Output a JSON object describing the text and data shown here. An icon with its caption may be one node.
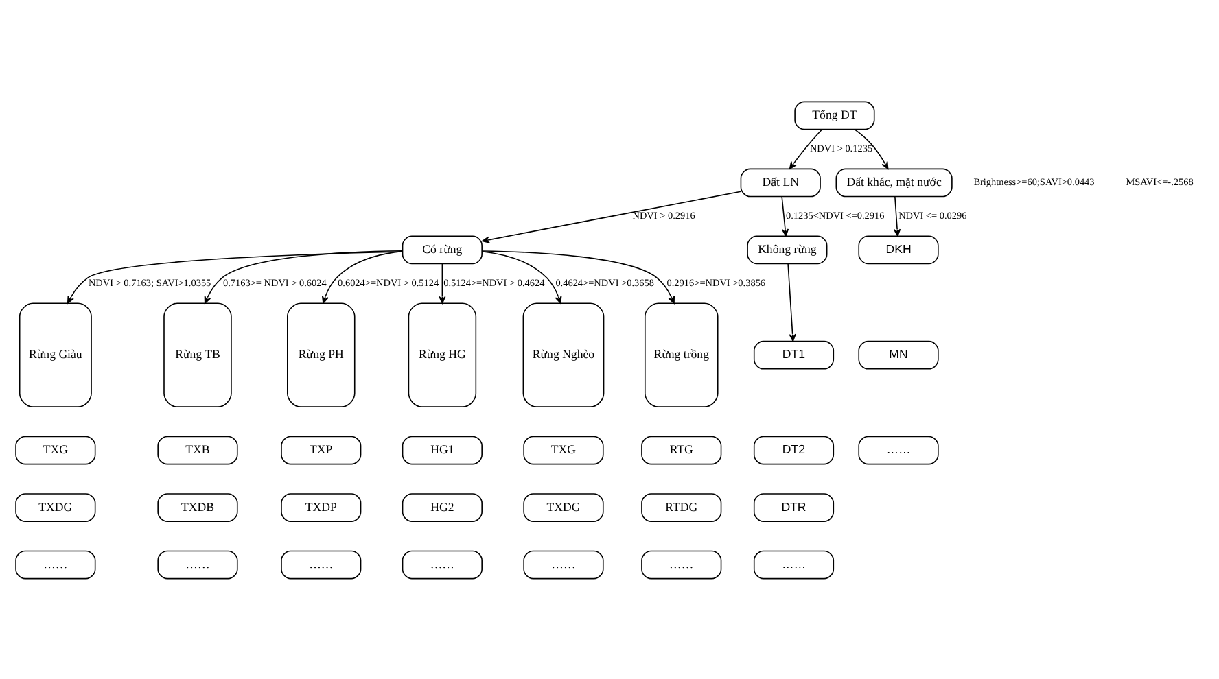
{
  "diagram": {
    "nodes": [
      {
        "text": [
          "Tổng DT"
        ]
      },
      {
        "text": [
          "Đất LN"
        ]
      },
      {
        "text": [
          "Đất khác, mặt nước"
        ]
      },
      {
        "text": [
          "Có rừng"
        ]
      },
      {
        "text": [
          "Không rừng"
        ]
      },
      {
        "text": [
          "Rừng Giàu"
        ]
      },
      {
        "text": [
          "Rừng TB"
        ]
      },
      {
        "text": [
          "Rừng PH"
        ]
      },
      {
        "text": [
          "Rừng HG"
        ]
      },
      {
        "text": [
          "Rừng Nghèo"
        ]
      },
      {
        "text": [
          "Rừng trồng"
        ]
      },
      {
        "text": [
          "TXG"
        ]
      },
      {
        "text": [
          "TXDG"
        ]
      },
      {
        "text": [
          "……"
        ]
      },
      {
        "text": [
          "TXB"
        ]
      },
      {
        "text": [
          "TXDB"
        ]
      },
      {
        "text": [
          "……"
        ]
      },
      {
        "text": [
          "TXP"
        ]
      },
      {
        "text": [
          "TXDP"
        ]
      },
      {
        "text": [
          "……"
        ]
      },
      {
        "text": [
          "HG1"
        ]
      },
      {
        "text": [
          "HG2"
        ]
      },
      {
        "text": [
          "……"
        ]
      },
      {
        "text": [
          "TXG"
        ]
      },
      {
        "text": [
          "TXDG"
        ]
      },
      {
        "text": [
          "……"
        ]
      },
      {
        "text": [
          "RTG"
        ]
      },
      {
        "text": [
          "RTDG"
        ]
      },
      {
        "text": [
          "……"
        ]
      },
      {
        "text": [
          "DT1"
        ]
      },
      {
        "text": [
          "DT2"
        ]
      },
      {
        "text": [
          "DTR"
        ]
      },
      {
        "text": [
          "……"
        ]
      },
      {
        "text": [
          "DKH"
        ]
      },
      {
        "text": [
          "MN"
        ]
      },
      {
        "text": [
          "……"
        ]
      }
    ],
    "edges": [
      {
        "from": 0,
        "to": 1,
        "arrow": "to",
        "label": "NDVI > 0.1235"
      },
      {
        "from": 0,
        "to": 2,
        "arrow": "to"
      },
      {
        "from": 1,
        "to": 3,
        "arrow": "to",
        "label": "NDVI > 0.2916"
      },
      {
        "from": 1,
        "to": 4,
        "arrow": "to",
        "label": "0.1235<NDVI <=0.2916"
      },
      {
        "from": 3,
        "to": 5,
        "arrow": "to",
        "label": "NDVI > 0.7163; SAVI>1.0355"
      },
      {
        "from": 3,
        "to": 6,
        "arrow": "to",
        "label": "0.7163>= NDVI > 0.6024"
      },
      {
        "from": 3,
        "to": 7,
        "arrow": "to",
        "label": "0.6024>=NDVI > 0.5124"
      },
      {
        "from": 3,
        "to": 8,
        "arrow": "to",
        "label": "0.5124>=NDVI > 0.4624"
      },
      {
        "from": 3,
        "to": 9,
        "arrow": "to",
        "label": "0.4624>=NDVI >0.3658"
      },
      {
        "from": 3,
        "to": 10,
        "arrow": "to",
        "label": "0.2916>=NDVI >0.3856"
      },
      {
        "from": 4,
        "to": 29,
        "arrow": "to"
      },
      {
        "from": 2,
        "to": 33,
        "arrow": "to",
        "label": "NDVI <= 0.0296"
      }
    ],
    "labels": [
      "Brightness>=60;SAVI>0.0443",
      "MSAVI<=-.2568"
    ]
  }
}
